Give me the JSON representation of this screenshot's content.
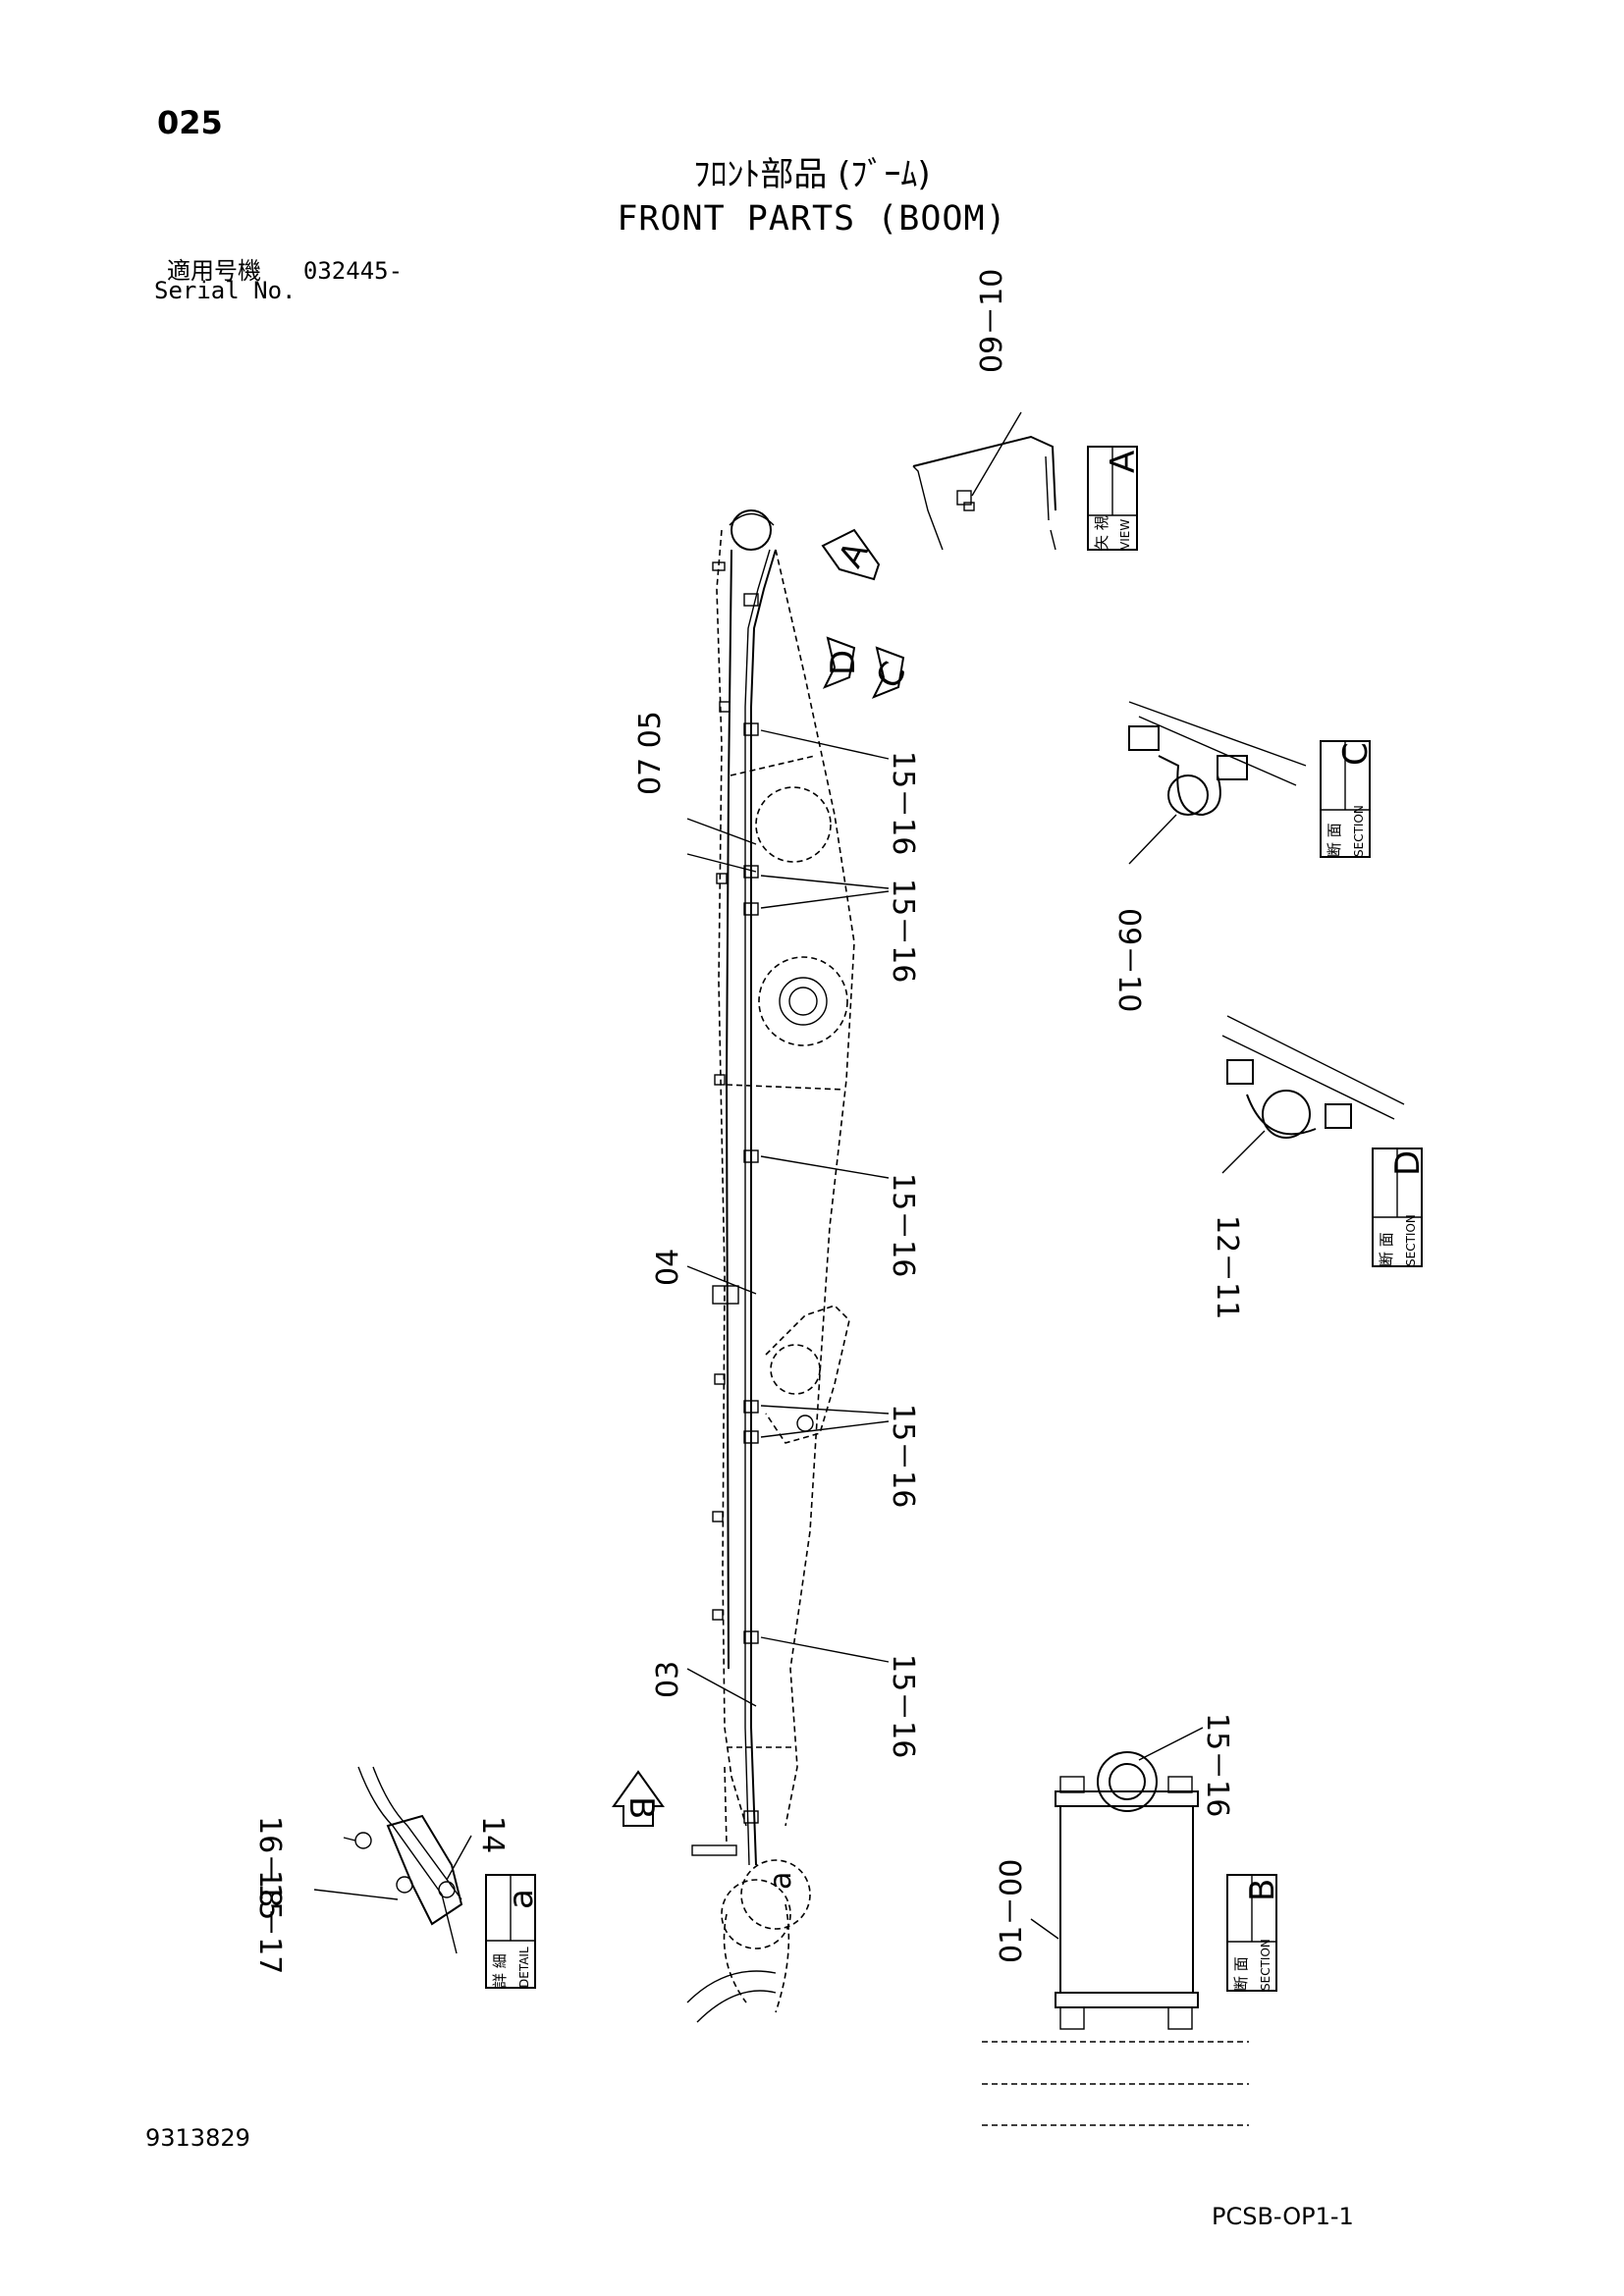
{
  "header": {
    "page_number": "025",
    "title_jp": "ﾌﾛﾝﾄ部品 (ﾌﾞｰﾑ)",
    "title_en": "FRONT PARTS (BOOM)",
    "serial_label_jp": "適用号機",
    "serial_value": "032445-",
    "serial_label_en": "Serial No."
  },
  "callouts": {
    "c0910_top": "09－10",
    "c1516_1": "15－16",
    "c0705": "07 05",
    "c1516_2": "15－16",
    "c1516_3": "15－16",
    "c04": "04",
    "c1516_4": "15－16",
    "c03": "03",
    "c1516_5": "15－16",
    "c0910_sec": "09－10",
    "c1211": "12－11",
    "c1516_b": "15－16",
    "c0100": "01－00",
    "c1615": "16－15",
    "c1817": "18－17",
    "c14": "14",
    "ca": "a"
  },
  "view_markers": {
    "a_letter": "A",
    "b_letter": "B",
    "c_letter": "C",
    "d_letter": "D"
  },
  "section_boxes": {
    "view_a": {
      "jp": "矢 視",
      "en": "VIEW",
      "letter": "A"
    },
    "section_c": {
      "jp": "断 面",
      "en": "SECTION",
      "letter": "C"
    },
    "section_d": {
      "jp": "断 面",
      "en": "SECTION",
      "letter": "D"
    },
    "section_b": {
      "jp": "断 面",
      "en": "SECTION",
      "letter": "B"
    },
    "detail_a": {
      "jp": "詳 細",
      "en": "DETAIL",
      "letter": "a"
    }
  },
  "footer": {
    "doc_number": "9313829",
    "page_code": "PCSB-OP1-1"
  }
}
